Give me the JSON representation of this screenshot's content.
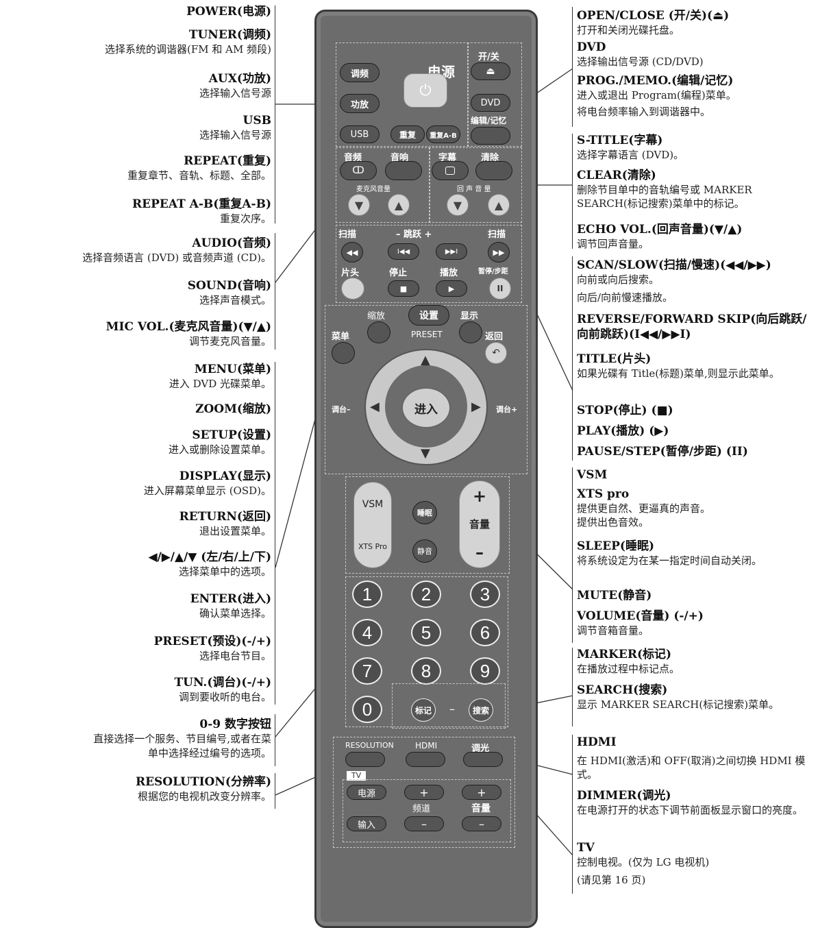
{
  "left_labels": [
    {
      "title": "POWER(电源)",
      "desc": ""
    },
    {
      "title": "TUNER(调频)",
      "desc": "选择系统的调谐器(FM 和 AM 频段)"
    },
    {
      "title": "AUX(功放)",
      "desc": "选择输入信号源"
    },
    {
      "title": "USB",
      "desc": "选择输入信号源"
    },
    {
      "title": "REPEAT(重复)",
      "desc": "重复章节、音轨、标题、全部。"
    },
    {
      "title": "REPEAT A-B(重复A-B)",
      "desc": "重复次序。"
    },
    {
      "title": "AUDIO(音频)",
      "desc": "选择音频语言 (DVD) 或音频声道 (CD)。"
    },
    {
      "title": "SOUND(音响)",
      "desc": "选择声音模式。"
    },
    {
      "title": "MIC VOL.(麦克风音量)(▼/▲)",
      "desc": "调节麦克风音量。"
    },
    {
      "title": "MENU(菜单)",
      "desc": "进入 DVD 光碟菜单。"
    },
    {
      "title": "ZOOM(缩放)",
      "desc": ""
    },
    {
      "title": "SETUP(设置)",
      "desc": "进入或删除设置菜单。"
    },
    {
      "title": "DISPLAY(显示)",
      "desc": "进入屏幕菜单显示 (OSD)。"
    },
    {
      "title": "RETURN(返回)",
      "desc": "退出设置菜单。"
    },
    {
      "title": "◀/▶/▲/▼ (左/右/上/下)",
      "desc": "选择菜单中的选项。"
    },
    {
      "title": "ENTER(进入)",
      "desc": "确认菜单选择。"
    },
    {
      "title": "PRESET(预设)(-/+)",
      "desc": "选择电台节目。"
    },
    {
      "title": "TUN.(调台)(-/+)",
      "desc": "调到要收听的电台。"
    },
    {
      "title": "0-9 数字按钮",
      "desc": "直接选择一个服务、节目编号,或者在菜"
    },
    {
      "title": "",
      "desc": "单中选择经过编号的选项。"
    },
    {
      "title": "RESOLUTION(分辨率)",
      "desc": "根据您的电视机改变分辨率。"
    }
  ],
  "right_labels": [
    {
      "title": "OPEN/CLOSE (开/关)(⏏)",
      "desc": "打开和关闭光碟托盘。"
    },
    {
      "title": "DVD",
      "desc": "选择输出信号源 (CD/DVD)"
    },
    {
      "title": "PROG./MEMO.(编辑/记忆)",
      "desc": "进入或退出 Program(编程)菜单。"
    },
    {
      "title": "",
      "desc": "将电台频率输入到调谐器中。"
    },
    {
      "title": "S-TITLE(字幕)",
      "desc": "选择字幕语言 (DVD)。"
    },
    {
      "title": "CLEAR(清除)",
      "desc": "删除节目单中的音轨编号或 MARKER SEARCH(标记搜索)菜单中的标记。"
    },
    {
      "title": "ECHO VOL.(回声音量)(▼/▲)",
      "desc": "调节回声音量。"
    },
    {
      "title": "SCAN/SLOW(扫描/慢速)(◀◀/▶▶)",
      "desc": "向前或向后搜索。"
    },
    {
      "title": "",
      "desc": "向后/向前慢速播放。"
    },
    {
      "title": "REVERSE/FORWARD SKIP(向后跳跃/向前跳跃)(I◀◀/▶▶I)",
      "desc": ""
    },
    {
      "title": "TITLE(片头)",
      "desc": "如果光碟有 Title(标题)菜单,则显示此菜单。"
    },
    {
      "title": "STOP(停止) (■)",
      "desc": ""
    },
    {
      "title": "PLAY(播放) (▶)",
      "desc": ""
    },
    {
      "title": "PAUSE/STEP(暂停/步距) (II)",
      "desc": ""
    },
    {
      "title": "VSM",
      "desc": ""
    },
    {
      "title": "XTS pro",
      "desc": "提供更自然、更逼真的声音。"
    },
    {
      "title": "",
      "desc": "提供出色音效。"
    },
    {
      "title": "SLEEP(睡眠)",
      "desc": "将系统设定为在某一指定时间自动关闭。"
    },
    {
      "title": "MUTE(静音)",
      "desc": ""
    },
    {
      "title": "VOLUME(音量) (-/+)",
      "desc": "调节音箱音量。"
    },
    {
      "title": "MARKER(标记)",
      "desc": "在播放过程中标记点。"
    },
    {
      "title": "SEARCH(搜索)",
      "desc": "显示 MARKER SEARCH(标记搜索)菜单。"
    },
    {
      "title": "HDMI",
      "desc": "在 HDMI(激活)和 OFF(取消)之间切换 HDMI 模式。"
    },
    {
      "title": "DIMMER(调光)",
      "desc": "在电源打开的状态下调节前面板显示窗口的亮度。"
    },
    {
      "title": "TV",
      "desc": "控制电视。(仅为 LG 电视机)"
    },
    {
      "title": "",
      "desc": "(请见第 16 页)"
    }
  ],
  "remote": {
    "power_label": "电源",
    "power_symbol": "⏻",
    "open_close_label": "开/关",
    "eject_symbol": "⏏",
    "tuner": "调频",
    "aux": "功放",
    "usb": "USB",
    "repeat": "重复",
    "repeat_ab": "重复A-B",
    "dvd": "DVD",
    "prog_memo": "编辑/记忆",
    "audio": "音频",
    "audio_symbol": "ↀ",
    "sound": "音响",
    "subtitle": "字幕",
    "clear": "清除",
    "mic_vol": "麦克风音量",
    "echo_vol": "回 声 音 量",
    "scan_left": "扫描",
    "skip": "–  跳跃  +",
    "scan_right": "扫描",
    "title": "片头",
    "stop": "停止",
    "play": "播放",
    "pause": "暂停/步距",
    "zoom": "缩放",
    "setup": "设置",
    "display": "显示",
    "menu": "菜单",
    "preset": "PRESET",
    "return": "返回",
    "enter": "进入",
    "tun_minus": "调台–",
    "tun_plus": "调台+",
    "vsm": "VSM",
    "xts": "XTS Pro",
    "sleep": "睡眠",
    "mute": "静音",
    "volume": "音量",
    "numbers": [
      "1",
      "2",
      "3",
      "4",
      "5",
      "6",
      "7",
      "8",
      "9",
      "0"
    ],
    "marker": "标记",
    "search": "搜索",
    "dash": "–",
    "resolution": "RESOLUTION",
    "hdmi": "HDMI",
    "dimmer": "调光",
    "tv": "TV",
    "tv_power": "电源",
    "tv_input": "输入",
    "channel": "频道",
    "tv_volume": "音量",
    "plus": "+",
    "minus": "–"
  }
}
